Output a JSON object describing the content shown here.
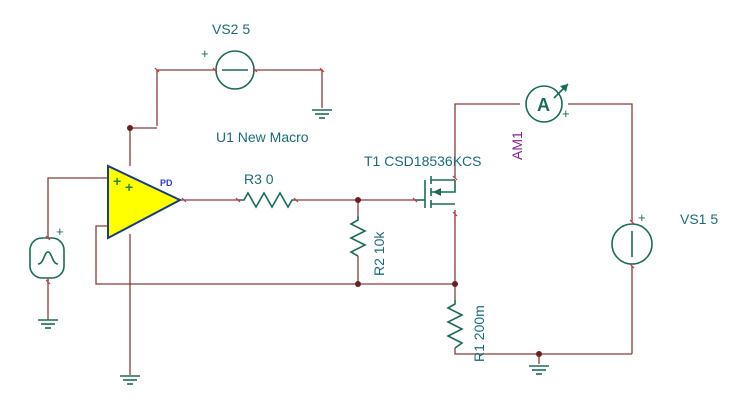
{
  "components": {
    "vs2": {
      "label": "VS2 5",
      "polarity": "+"
    },
    "u1": {
      "label": "U1 New Macro",
      "pin_label": "PD",
      "input_marks": [
        "+",
        "+"
      ]
    },
    "r3": {
      "label": "R3 0"
    },
    "t1": {
      "label": "T1 CSD18536KCS"
    },
    "am1": {
      "label": "AM1",
      "symbol": "A",
      "polarity": "+"
    },
    "r2": {
      "label": "R2 10k"
    },
    "vs1": {
      "label": "VS1 5",
      "polarity": "+"
    },
    "r1": {
      "label": "R1 200m"
    },
    "vg": {
      "polarity": "+"
    }
  },
  "colors": {
    "wire": "#8a3b3b",
    "component": "#1a6b5a",
    "label": "#1a6b7a",
    "meter_label": "#8a1f8a",
    "opamp_fill": "#ffff00",
    "pin_label": "#2a3bd6"
  }
}
